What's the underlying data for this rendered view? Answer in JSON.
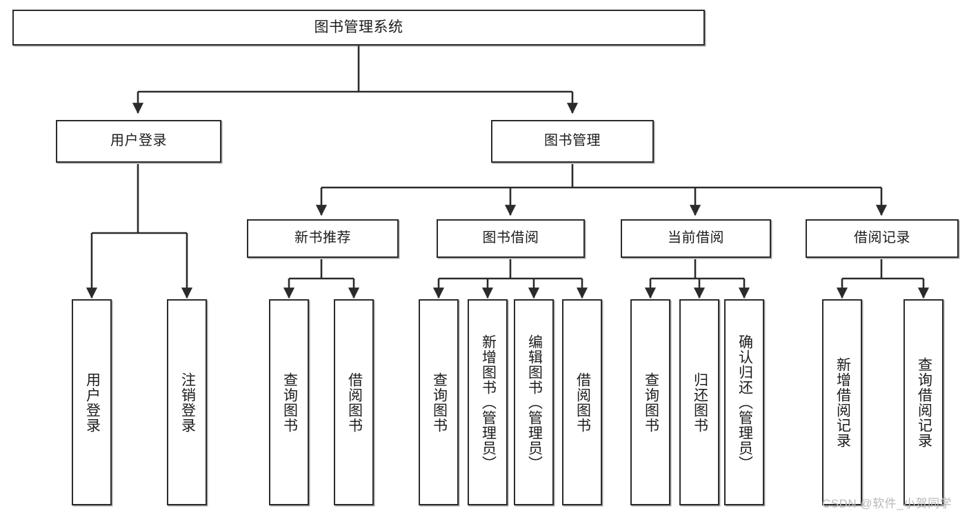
{
  "diagram": {
    "title": "图书管理系统",
    "type": "tree-hierarchy-chart",
    "colors": {
      "box_border": "#2b2b2b",
      "box_fill": "#ffffff",
      "connector": "#2b2b2b",
      "watermark": "#b9b9b9",
      "background": "#ffffff"
    },
    "root": {
      "label": "图书管理系统"
    },
    "level2": [
      {
        "label": "用户登录"
      },
      {
        "label": "图书管理"
      }
    ],
    "level3": [
      {
        "label": "新书推荐"
      },
      {
        "label": "图书借阅"
      },
      {
        "label": "当前借阅"
      },
      {
        "label": "借阅记录"
      }
    ],
    "leaves": {
      "user_login": [
        {
          "label": "用户登录"
        },
        {
          "label": "注销登录"
        }
      ],
      "new_book_recommend": [
        {
          "label": "查询图书"
        },
        {
          "label": "借阅图书"
        }
      ],
      "book_borrow": [
        {
          "label": "查询图书"
        },
        {
          "label": "新增图书（管理员）"
        },
        {
          "label": "编辑图书（管理员）"
        },
        {
          "label": "借阅图书"
        }
      ],
      "current_borrow": [
        {
          "label": "查询图书"
        },
        {
          "label": "归还图书"
        },
        {
          "label": "确认归还（管理员）"
        }
      ],
      "borrow_record": [
        {
          "label": "新增借阅记录"
        },
        {
          "label": "查询借阅记录"
        }
      ]
    },
    "watermark": "CSDN @软件_小贺同学"
  }
}
